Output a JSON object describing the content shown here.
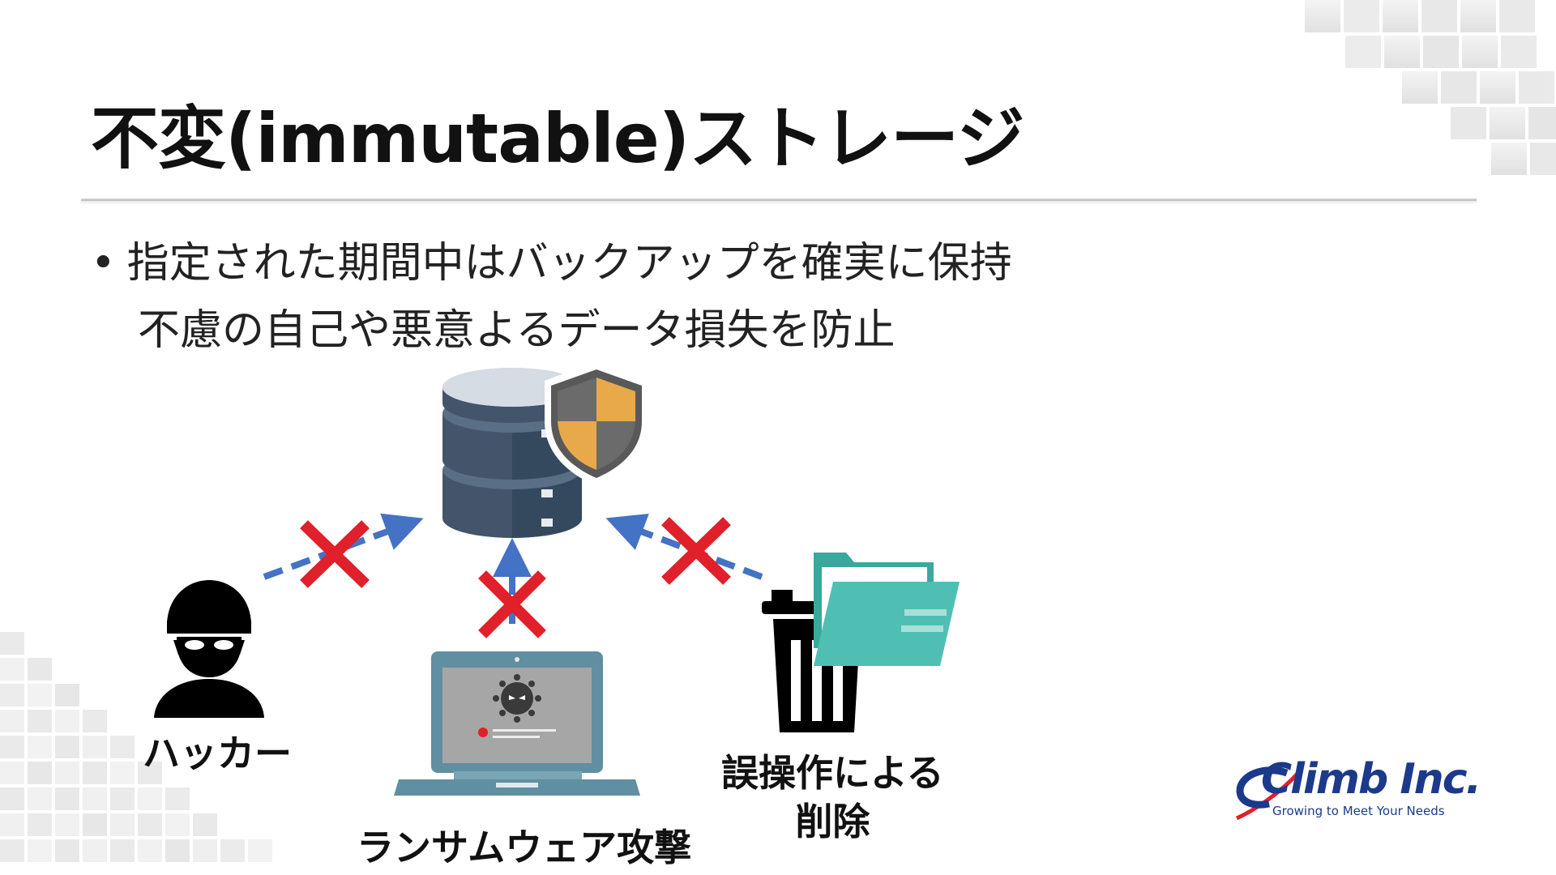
{
  "slide": {
    "title": "不変(immutable)ストレージ",
    "bullets": [
      "指定された期間中はバックアップを確実に保持",
      "不慮の自己や悪意よるデータ損失を防止"
    ],
    "bullet_marker": "•"
  },
  "diagram": {
    "threats": [
      {
        "label": "ハッカー",
        "icon": "hacker-icon",
        "blocked": true
      },
      {
        "label": "ランサムウェア攻撃",
        "icon": "infected-laptop-icon",
        "blocked": true
      },
      {
        "label_line1": "誤操作による",
        "label_line2": "削除",
        "icon": "trash-folder-icon",
        "blocked": true
      }
    ],
    "target_icon": "protected-database-icon",
    "colors": {
      "arrow": "#4472c4",
      "cross": "#e0202a",
      "database_dark": "#44546a",
      "database_light": "#d6dce4",
      "shield_orange": "#e8a94a",
      "laptop": "#5f8fa0",
      "folder": "#4fbfb3"
    }
  },
  "logo": {
    "name": "Climb Inc.",
    "tagline": "Growing to Meet Your Needs",
    "color": "#1b3a8c"
  }
}
